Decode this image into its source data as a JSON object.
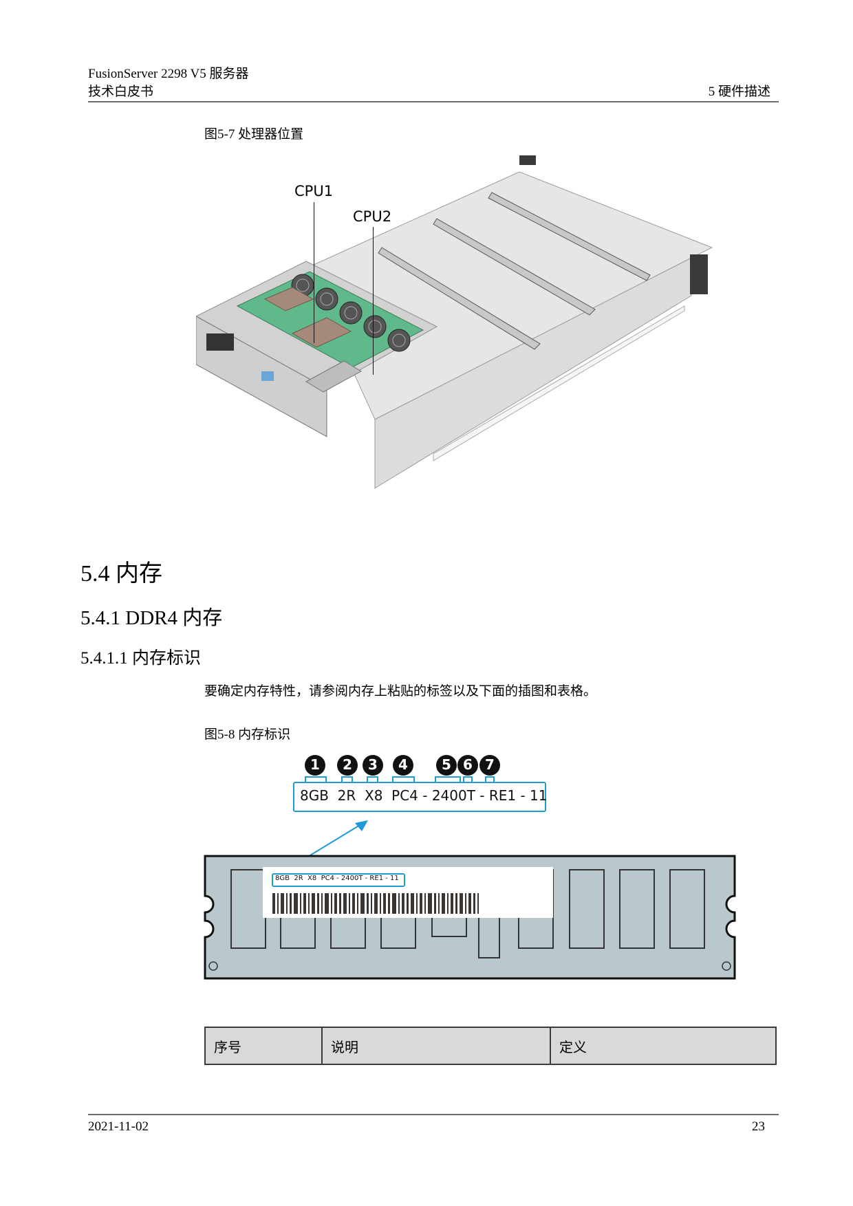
{
  "header": {
    "doc_title": "FusionServer 2298 V5  服务器",
    "doc_subtitle": "技术白皮书",
    "chapter": "5  硬件描述"
  },
  "figure_5_7": {
    "caption": "图5-7 处理器位置",
    "callouts": [
      "CPU1",
      "CPU2"
    ]
  },
  "sections": {
    "h1": "5.4 内存",
    "h2": "5.4.1 DDR4 内存",
    "h3": "5.4.1.1 内存标识",
    "paragraph": "要确定内存特性，请参阅内存上粘贴的标签以及下面的插图和表格。"
  },
  "figure_5_8": {
    "caption": "图5-8 内存标识",
    "markers": [
      "1",
      "2",
      "3",
      "4",
      "5",
      "6",
      "7"
    ],
    "label_parts": [
      "8GB",
      "2R",
      "X8",
      "PC4",
      "-",
      "2400T",
      "-",
      "RE1",
      "-",
      "11"
    ],
    "label_full": "8GB  2R  X8  PC4 - 2400T - RE1 - 11",
    "accent_color": "#1e9bd7",
    "module_color": "#b9c8cd"
  },
  "table": {
    "headers": [
      "序号",
      "说明",
      "定义"
    ]
  },
  "footer": {
    "date": "2021-11-02",
    "page": "23"
  }
}
